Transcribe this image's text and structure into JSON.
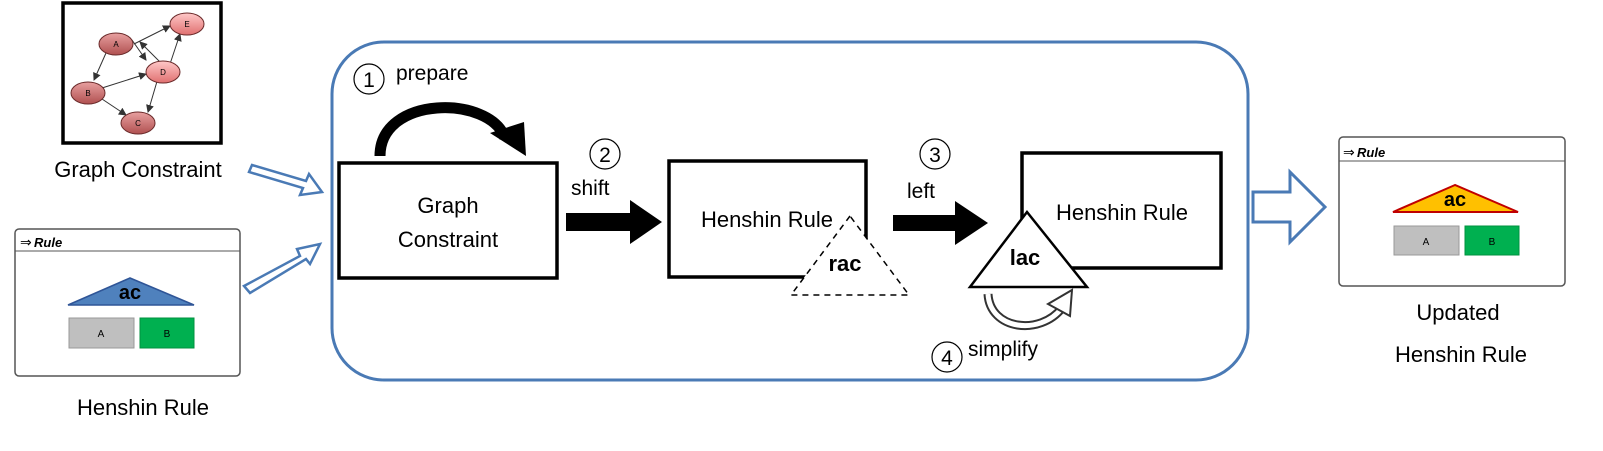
{
  "input_graph": {
    "label": "Graph Constraint",
    "nodes": [
      "A",
      "B",
      "C",
      "D",
      "E"
    ]
  },
  "input_rule": {
    "header": "Rule",
    "condition": "ac",
    "node_a": "A",
    "node_b": "B",
    "label": "Henshin Rule"
  },
  "process": {
    "steps": [
      {
        "number": "1",
        "label": "prepare"
      },
      {
        "number": "2",
        "label": "shift"
      },
      {
        "number": "3",
        "label": "left"
      },
      {
        "number": "4",
        "label": "simplify"
      }
    ],
    "graph_constraint_box": {
      "line1": "Graph",
      "line2": "Constraint"
    },
    "rule_box_1": {
      "label": "Henshin Rule",
      "condition": "rac"
    },
    "rule_box_2": {
      "label": "Henshin Rule",
      "condition": "lac"
    }
  },
  "output_rule": {
    "header": "Rule",
    "condition": "ac",
    "node_a": "A",
    "node_b": "B",
    "label_line1": "Updated",
    "label_line2": "Henshin Rule"
  },
  "colors": {
    "frame_blue": "#4a7ab5",
    "ac_blue": "#4f81bd",
    "ac_orange": "#ffc000",
    "ac_orange_border": "#c00000",
    "node_gray": "#bfbfbf",
    "node_green": "#00b050",
    "graph_node": "#c0504d",
    "graph_node_light": "#e58a8a"
  }
}
